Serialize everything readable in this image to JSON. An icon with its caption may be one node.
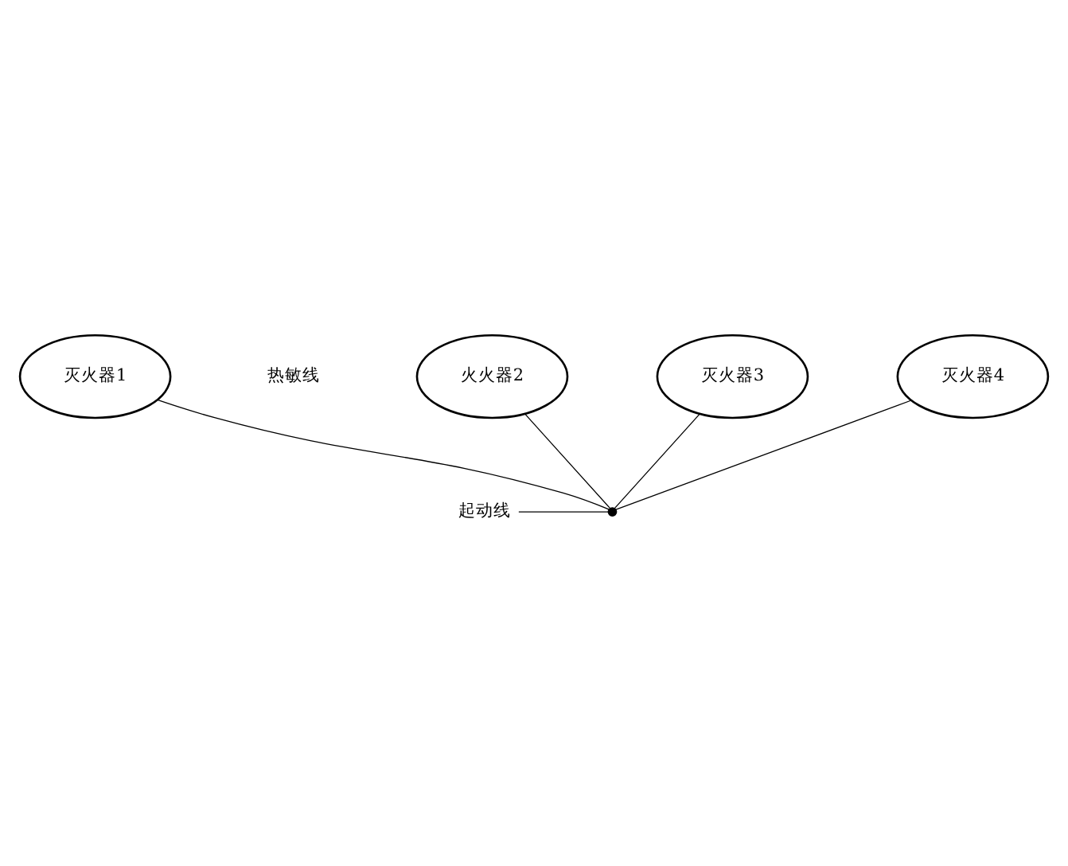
{
  "diagram": {
    "nodes": [
      {
        "text": [
          "灭火器1"
        ]
      },
      {
        "text": [
          "火火器2"
        ]
      },
      {
        "text": [
          "灭火器3"
        ]
      },
      {
        "text": [
          "灭火器4"
        ]
      },
      {
        "text": [],
        "shape": "circle"
      },
      {
        "text": [
          "起动线"
        ]
      }
    ],
    "edges": [
      {
        "from": 0,
        "to": 4,
        "arrow": "none"
      },
      {
        "from": 1,
        "to": 4,
        "arrow": "none"
      },
      {
        "from": 2,
        "to": 4,
        "arrow": "none"
      },
      {
        "from": 3,
        "to": 4,
        "arrow": "none"
      },
      {
        "from": 5,
        "to": 4,
        "arrow": "none"
      }
    ],
    "labels": [
      "热敏线"
    ]
  }
}
